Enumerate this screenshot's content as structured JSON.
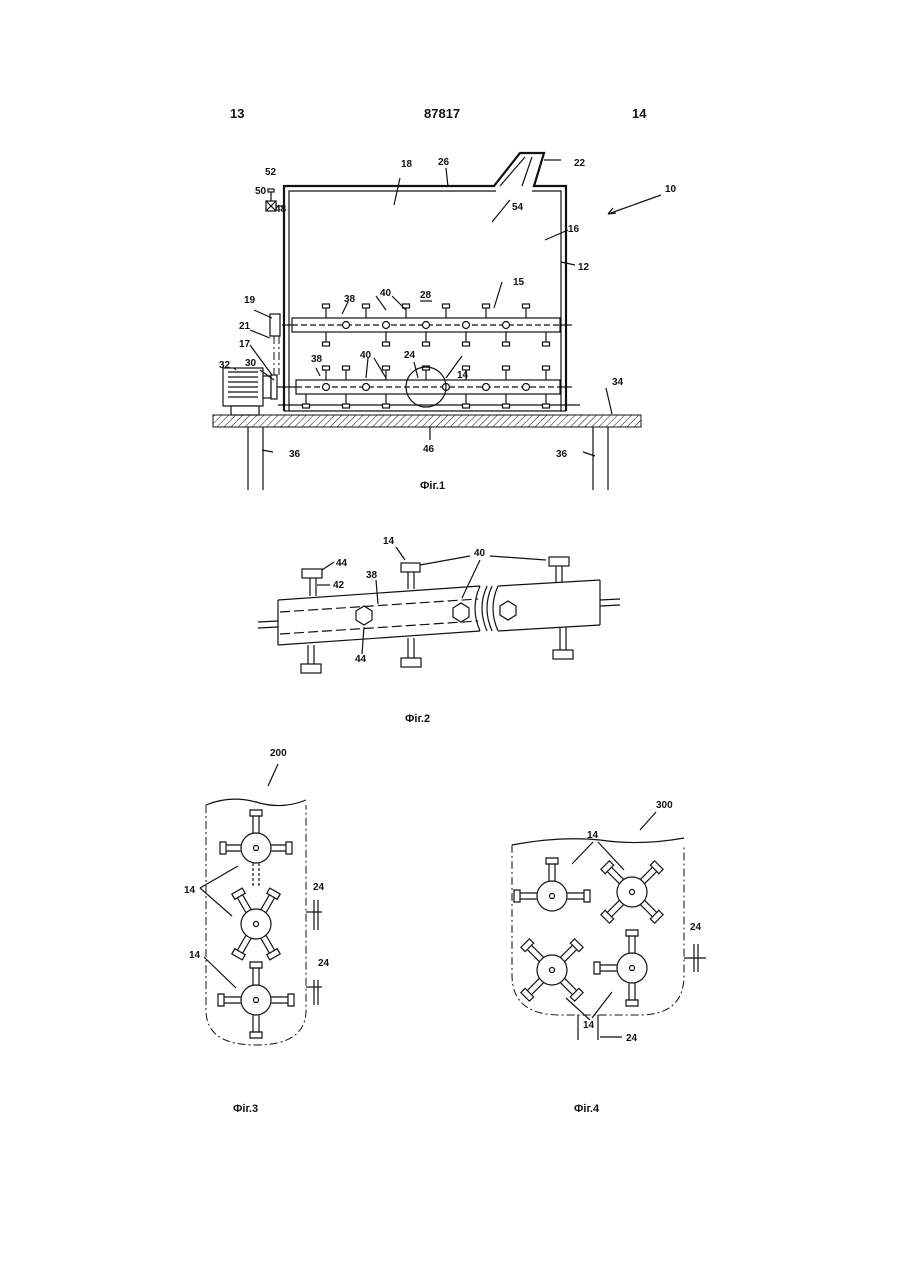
{
  "header": {
    "left_page": "13",
    "doc_number": "87817",
    "right_page": "14"
  },
  "fig1": {
    "caption": "Фіг.1",
    "labels": [
      "10",
      "12",
      "14",
      "15",
      "16",
      "17",
      "18",
      "19",
      "21",
      "22",
      "24",
      "26",
      "28",
      "30",
      "32",
      "34",
      "36",
      "36",
      "38",
      "38",
      "40",
      "40",
      "46",
      "48",
      "50",
      "52",
      "54"
    ]
  },
  "fig2": {
    "caption": "Фіг.2",
    "labels": [
      "14",
      "40",
      "44",
      "42",
      "38",
      "44"
    ]
  },
  "fig3": {
    "caption": "Фіг.3",
    "labels": [
      "200",
      "14",
      "14",
      "24",
      "24"
    ]
  },
  "fig4": {
    "caption": "Фіг.4",
    "labels": [
      "300",
      "14",
      "24",
      "14",
      "24"
    ]
  }
}
